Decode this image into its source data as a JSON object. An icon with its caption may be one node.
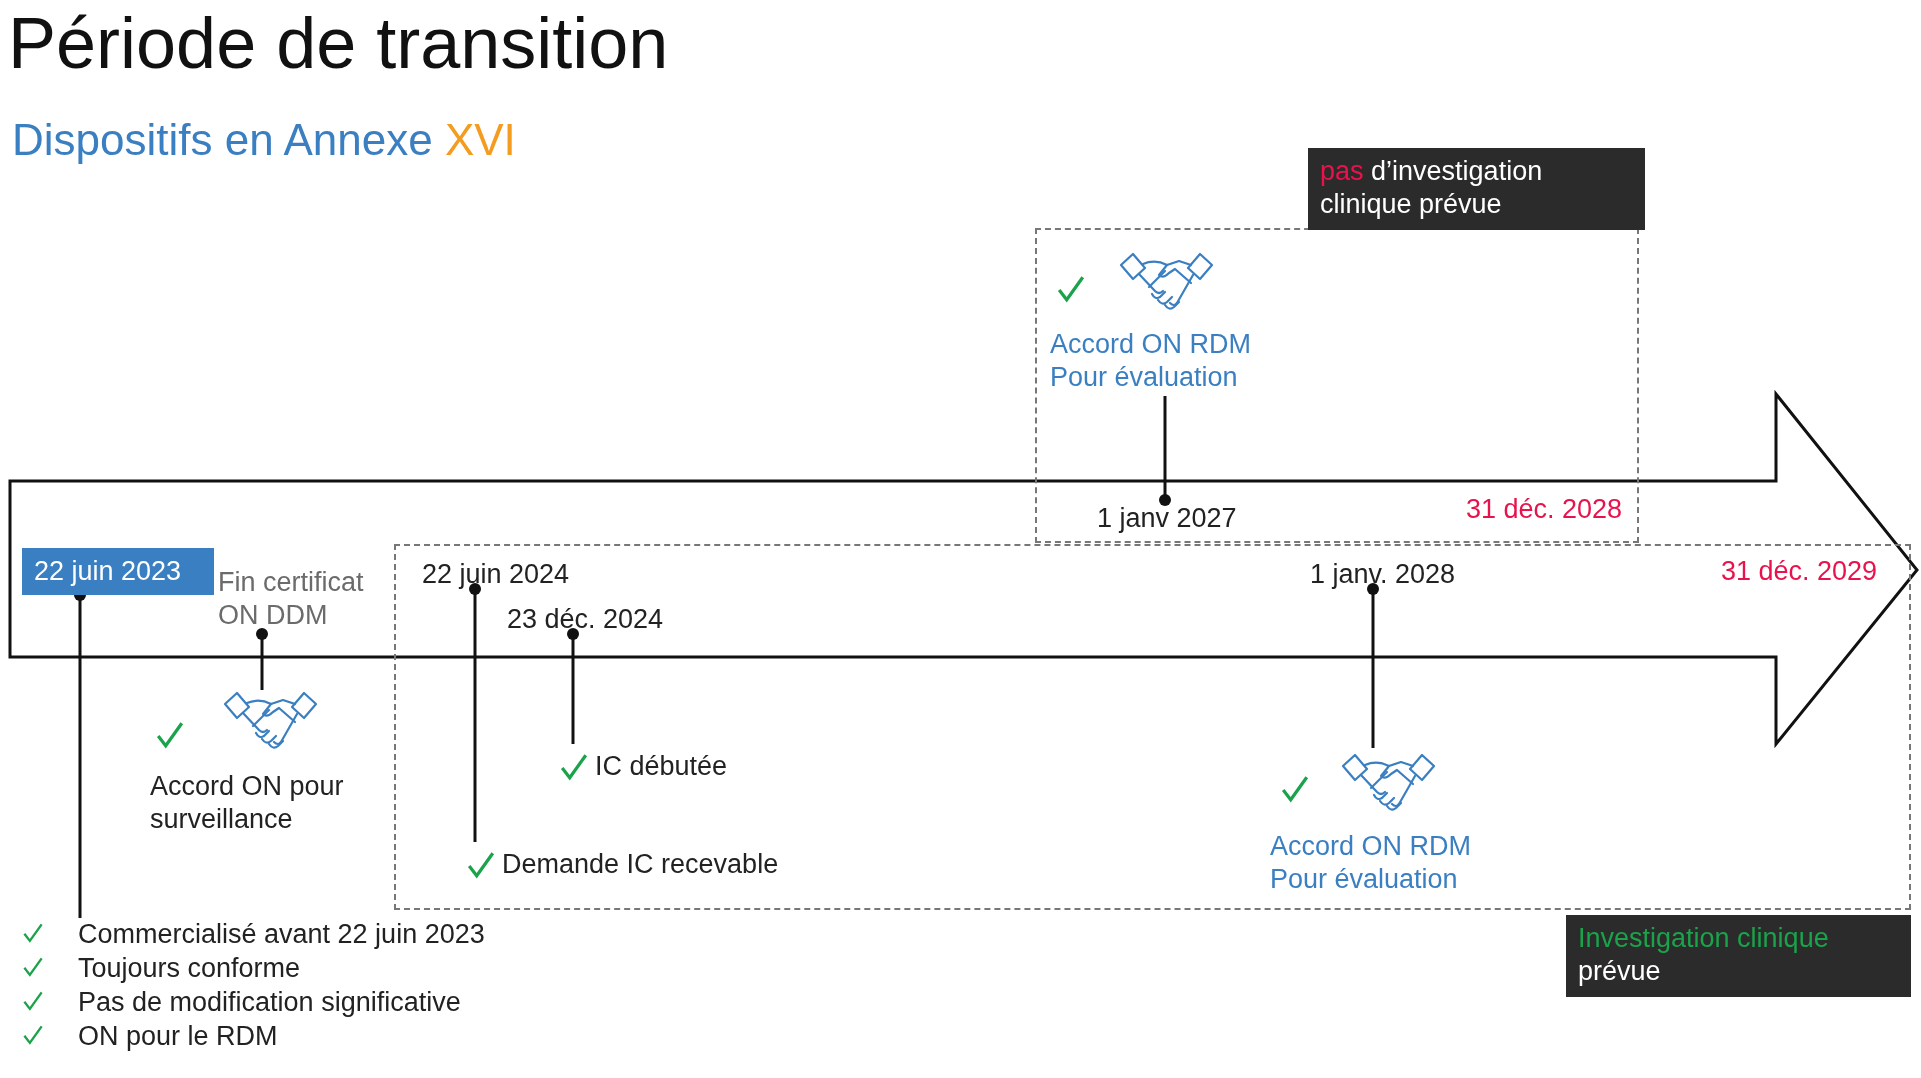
{
  "diagram": {
    "title": "Période de transition",
    "nodes": [
      {
        "text": [
          "22 juin 2023"
        ]
      },
      {
        "text": [
          "Fin certificat ON DDM"
        ]
      },
      {
        "text": [
          "Accord ON pour surveillance"
        ]
      },
      {
        "text": [
          "Commercialisé avant 22 juin 2023",
          "Toujours conforme",
          "Pas de modification significative",
          "ON pour le RDM"
        ]
      },
      {
        "text": [
          "pas d’investigation clinique prévue"
        ]
      },
      {
        "text": [
          "Accord ON RDM Pour évaluation"
        ],
        "in": 4
      },
      {
        "text": [
          "1 janv 2027"
        ],
        "in": 4
      },
      {
        "text": [
          "Investigation clinique prévue"
        ]
      },
      {
        "text": [
          "22 juin 2024"
        ],
        "in": 7
      },
      {
        "text": [
          "23 déc. 2024"
        ],
        "in": 7
      },
      {
        "text": [
          "IC débutée"
        ],
        "in": 7
      },
      {
        "text": [
          "Demande IC recevable"
        ],
        "in": 7
      },
      {
        "text": [
          "1 janv. 2028"
        ],
        "in": 7
      },
      {
        "text": [
          "Accord ON RDM Pour évaluation"
        ],
        "in": 7
      }
    ],
    "edges": [
      {
        "from": 0,
        "to": 3,
        "arrow": "other"
      },
      {
        "from": 1,
        "to": 2,
        "arrow": "other"
      },
      {
        "from": 6,
        "to": 5,
        "arrow": "other"
      },
      {
        "from": 8,
        "to": 11,
        "arrow": "other"
      },
      {
        "from": 9,
        "to": 10,
        "arrow": "other"
      },
      {
        "from": 12,
        "to": 13,
        "arrow": "other"
      }
    ],
    "labels": [
      "Dispositifs en Annexe XVI",
      "31 déc. 2028",
      "31 déc. 2029"
    ]
  }
}
